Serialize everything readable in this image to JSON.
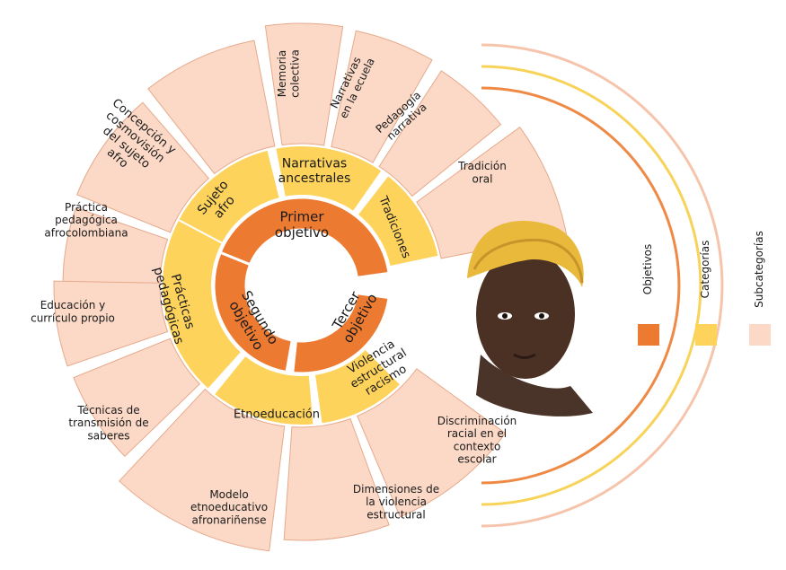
{
  "colors": {
    "objective": "#ec7a30",
    "category": "#fdd35c",
    "subcategory": "#fbd9c6",
    "subcategory_stroke": "#e7a98b",
    "ring_orange": "#ee8a45",
    "ring_yellow": "#f8d35a",
    "ring_pink": "#f6c4ab"
  },
  "objectives": [
    {
      "label": "Primer objetivo"
    },
    {
      "label": "Segundo objetivo"
    },
    {
      "label": "Tercer objetivo"
    }
  ],
  "categories": [
    {
      "label": "Sujeto afro"
    },
    {
      "label": "Narrativas ancestrales"
    },
    {
      "label": "Tradiciones"
    },
    {
      "label": "Prácticas pedagógicas"
    },
    {
      "label": "Etnoeducación"
    },
    {
      "label": "Violencia estructural racismo"
    }
  ],
  "subcategories": [
    {
      "label": ""
    },
    {
      "label": "Memoria colectiva"
    },
    {
      "label": "Narrativas en la ecuela"
    },
    {
      "label": "Pedagogía narrativa"
    },
    {
      "label": "Tradición oral"
    },
    {
      "label": "Concepción y cosmovisión del sujeto afro"
    },
    {
      "label": "Práctica pedagógica afrocolombiana"
    },
    {
      "label": "Educación y currículo propio"
    },
    {
      "label": "Técnicas de transmisión de saberes"
    },
    {
      "label": "Modelo etnoeducativo afronariñense"
    },
    {
      "label": "Dimensiones de la violencia estructural"
    },
    {
      "label": "Discriminación racial en el contexto escolar"
    }
  ],
  "legend": [
    {
      "label": "Objetivos",
      "color": "#ec7a30"
    },
    {
      "label": "Categorías",
      "color": "#fdd35c"
    },
    {
      "label": "Subcategorías",
      "color": "#fbd9c6"
    }
  ],
  "illustration": "woman-with-headwrap"
}
